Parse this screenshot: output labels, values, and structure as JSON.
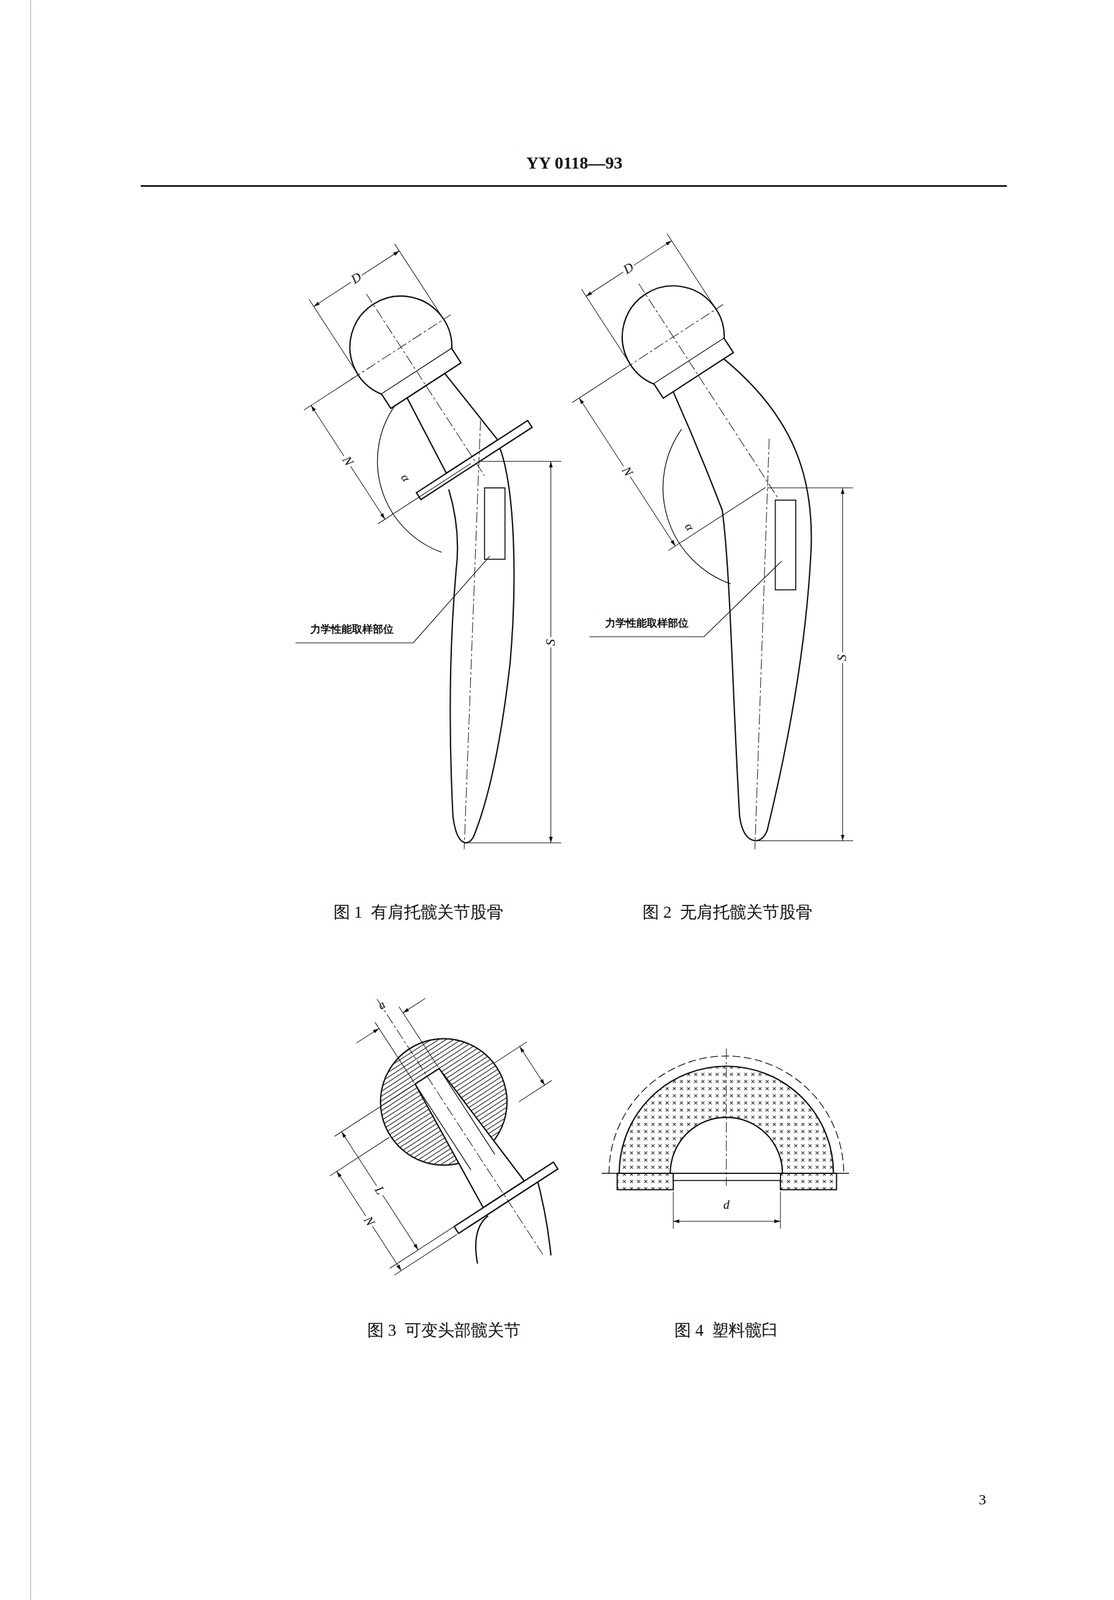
{
  "diagram": {
    "labels": [
      "YY 0118—93",
      "D",
      "N",
      "α",
      "力学性能取样部位",
      "S",
      "D",
      "N",
      "α",
      "力学性能取样部位",
      "S",
      "图 1  有肩托髋关节股骨",
      "图 2  无肩托髋关节股骨",
      "a",
      "L",
      "N",
      "d",
      "图 3  可变头部髋关节",
      "图 4  塑料髋臼",
      "3"
    ]
  }
}
